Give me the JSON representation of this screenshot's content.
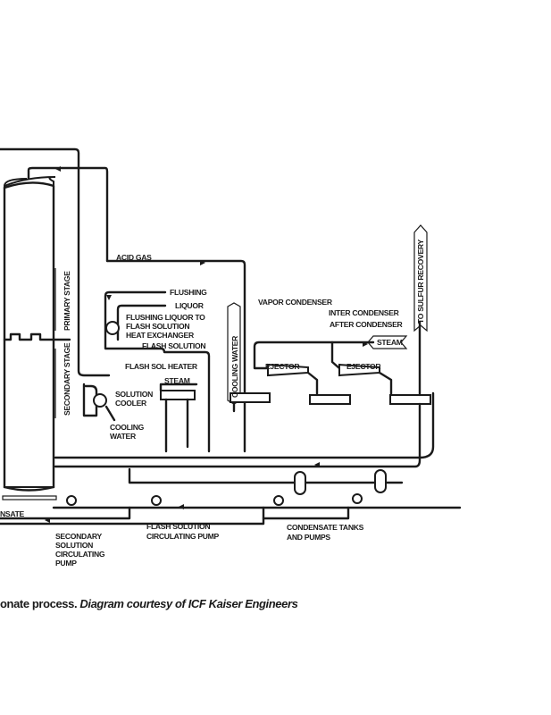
{
  "diagram": {
    "labels": {
      "acid_gas": "ACID GAS",
      "primary_stage": "PRIMARY STAGE",
      "secondary_stage": "SECONDARY STAGE",
      "flushing": "FLUSHING",
      "liquor": "LIQUOR",
      "hx_1": "FLUSHING LIQUOR TO",
      "hx_2": "FLASH SOLUTION",
      "hx_3": "HEAT EXCHANGER",
      "flash_solution": "FLASH SOLUTION",
      "flash_sol_heater": "FLASH SOL HEATER",
      "steam_heater": "STEAM",
      "solution_cooler_1": "SOLUTION",
      "solution_cooler_2": "COOLER",
      "cooling_water_1": "COOLING",
      "cooling_water_2": "WATER",
      "cooling_water_vertical": "COOLING WATER",
      "vapor_condenser": "VAPOR CONDENSER",
      "inter_condenser": "INTER CONDENSER",
      "after_condenser": "AFTER CONDENSER",
      "steam_inlet": "STEAM",
      "ejector_1": "EJECTOR",
      "ejector_2": "EJECTOR",
      "to_sulfur_recovery": "TO SULFUR RECOVERY",
      "condensate": "NSATE",
      "secondary_pump_1": "SECONDARY",
      "secondary_pump_2": "SOLUTION",
      "secondary_pump_3": "CIRCULATING",
      "secondary_pump_4": "PUMP",
      "flash_pump_1": "FLASH SOLUTION",
      "flash_pump_2": "CIRCULATING PUMP",
      "condensate_tanks_1": "CONDENSATE TANKS",
      "condensate_tanks_2": "AND PUMPS"
    }
  },
  "caption": {
    "plain": "onate process. ",
    "italic": "Diagram courtesy of ICF Kaiser Engineers"
  }
}
